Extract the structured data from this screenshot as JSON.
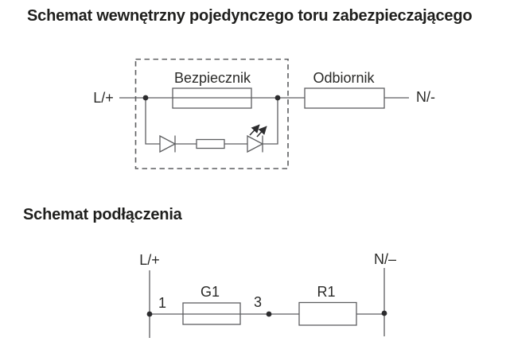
{
  "internal_schematic": {
    "title": "Schemat wewnętrzny pojedynczego toru zabezpieczającego",
    "labels": {
      "line_in": "L/+",
      "fuse": "Bezpiecznik",
      "load": "Odbiornik",
      "line_out": "N/-"
    }
  },
  "connection_schematic": {
    "title": "Schemat podłączenia",
    "labels": {
      "line_in": "L/+",
      "terminal_1": "1",
      "fuse": "G1",
      "terminal_3": "3",
      "load": "R1",
      "line_out": "N/–"
    }
  },
  "colors": {
    "text": "#1f1f1d",
    "wire": "#5d5e60",
    "dot": "#2c2c2e",
    "bg": "#ffffff"
  }
}
